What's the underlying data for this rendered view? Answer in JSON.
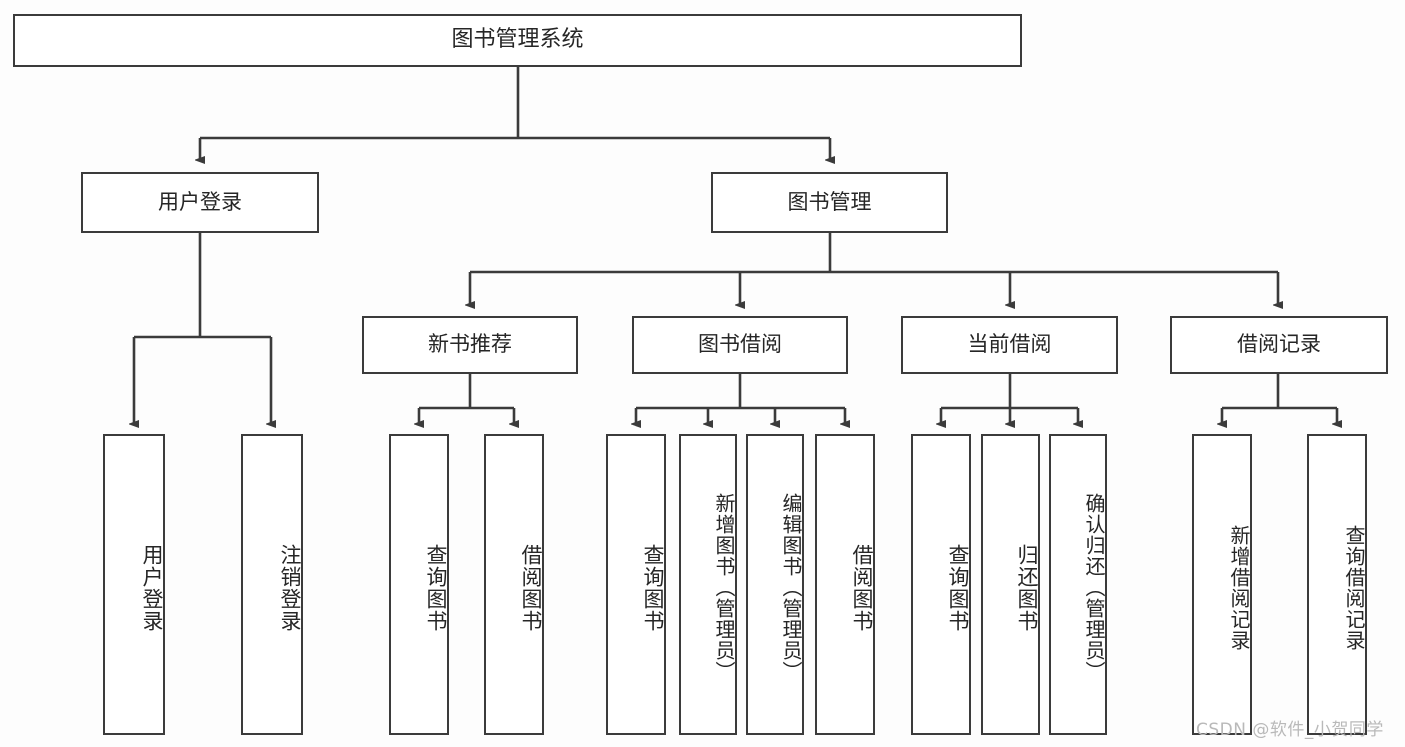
{
  "diagram": {
    "title": "图书管理系统",
    "type": "功能结构图",
    "watermark": "CSDN @软件_小贺同学",
    "colors": {
      "background": "#fdfdfd",
      "node_fill": "#ffffff",
      "stroke": "#3b3b3b",
      "text": "#262626",
      "watermark": "#b9b9b9"
    },
    "root": {
      "label": "图书管理系统"
    },
    "level2": [
      {
        "label": "用户登录"
      },
      {
        "label": "图书管理"
      }
    ],
    "level3": [
      {
        "label": "新书推荐"
      },
      {
        "label": "图书借阅"
      },
      {
        "label": "当前借阅"
      },
      {
        "label": "借阅记录"
      }
    ],
    "leaves": {
      "user_login": [
        {
          "label": "用户登录"
        },
        {
          "label": "注销登录"
        }
      ],
      "new_book_recommend": [
        {
          "label": "查询图书"
        },
        {
          "label": "借阅图书"
        }
      ],
      "book_borrow": [
        {
          "label": "查询图书"
        },
        {
          "label": "新增图书（管理员）"
        },
        {
          "label": "编辑图书（管理员）"
        },
        {
          "label": "借阅图书"
        }
      ],
      "current_borrow": [
        {
          "label": "查询图书"
        },
        {
          "label": "归还图书"
        },
        {
          "label": "确认归还（管理员）"
        }
      ],
      "borrow_record": [
        {
          "label": "新增借阅记录"
        },
        {
          "label": "查询借阅记录"
        }
      ]
    }
  }
}
